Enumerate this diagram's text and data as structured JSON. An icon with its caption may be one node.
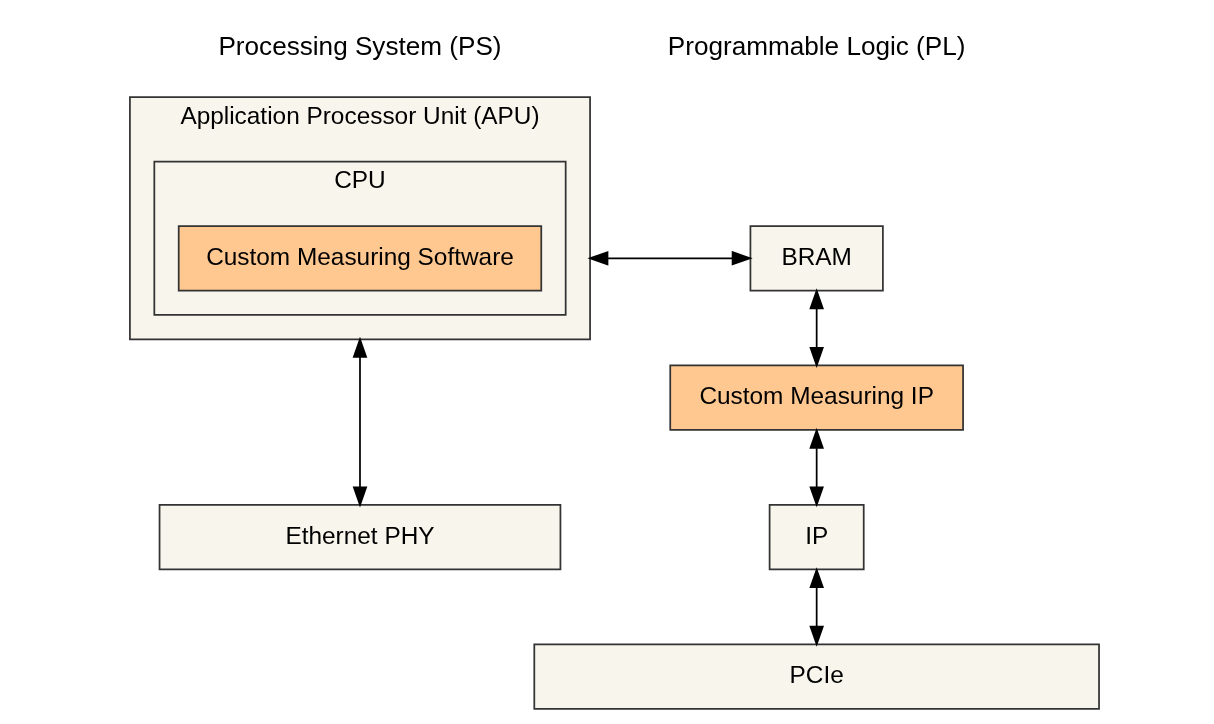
{
  "diagram": {
    "nodes": [
      {
        "text": [
          "Application Processor Unit (APU)"
        ]
      },
      {
        "text": [
          "CPU"
        ],
        "in": 0
      },
      {
        "text": [
          "Custom Measuring Software"
        ],
        "in": 1
      },
      {
        "text": [
          "BRAM"
        ]
      },
      {
        "text": [
          "Custom Measuring IP"
        ]
      },
      {
        "text": [
          "IP"
        ]
      },
      {
        "text": [
          "Ethernet PHY"
        ]
      },
      {
        "text": [
          "PCIe"
        ]
      }
    ],
    "edges": [
      {
        "from": 0,
        "to": 3,
        "arrow": "both"
      },
      {
        "from": 3,
        "to": 4,
        "arrow": "both"
      },
      {
        "from": 4,
        "to": 5,
        "arrow": "both"
      },
      {
        "from": 5,
        "to": 7,
        "arrow": "both"
      },
      {
        "from": 0,
        "to": 6,
        "arrow": "both"
      }
    ],
    "labels": [
      "Processing System (PS)",
      "Programmable Logic (PL)"
    ]
  }
}
